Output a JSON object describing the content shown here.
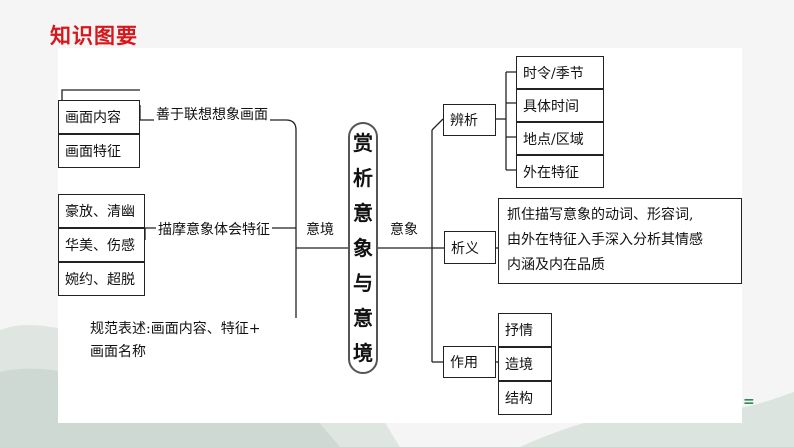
{
  "header": {
    "title": "知识图要"
  },
  "center": {
    "chars": [
      "赏",
      "析",
      "意",
      "象",
      "与",
      "意",
      "境"
    ]
  },
  "left": {
    "branch_label": "意境",
    "branch1": {
      "label": "善于联想想象画面",
      "items": [
        "画面内容",
        "画面特征"
      ]
    },
    "branch2": {
      "label": "描摩意象体会特征",
      "items": [
        "豪放、清幽",
        "华美、伤感",
        "婉约、超脱"
      ]
    },
    "note": {
      "line1": "规范表述:画面内容、特征+",
      "line2": "画面名称"
    }
  },
  "right": {
    "branch_label": "意象",
    "distinguish": {
      "label": "辨析",
      "items": [
        "时令/季节",
        "具体时间",
        "地点/区域",
        "外在特征"
      ]
    },
    "analyze": {
      "label": "析义",
      "lines": [
        "抓住描写意象的动词、形容词,",
        "由外在特征入手深入分析其情感",
        "内涵及内在品质"
      ]
    },
    "function": {
      "label": "作用",
      "items": [
        "抒情",
        "造境",
        "结构"
      ]
    }
  },
  "theme": {
    "title_color": "#d9161c",
    "line_color": "#222222",
    "accent": "#2e8b57"
  }
}
